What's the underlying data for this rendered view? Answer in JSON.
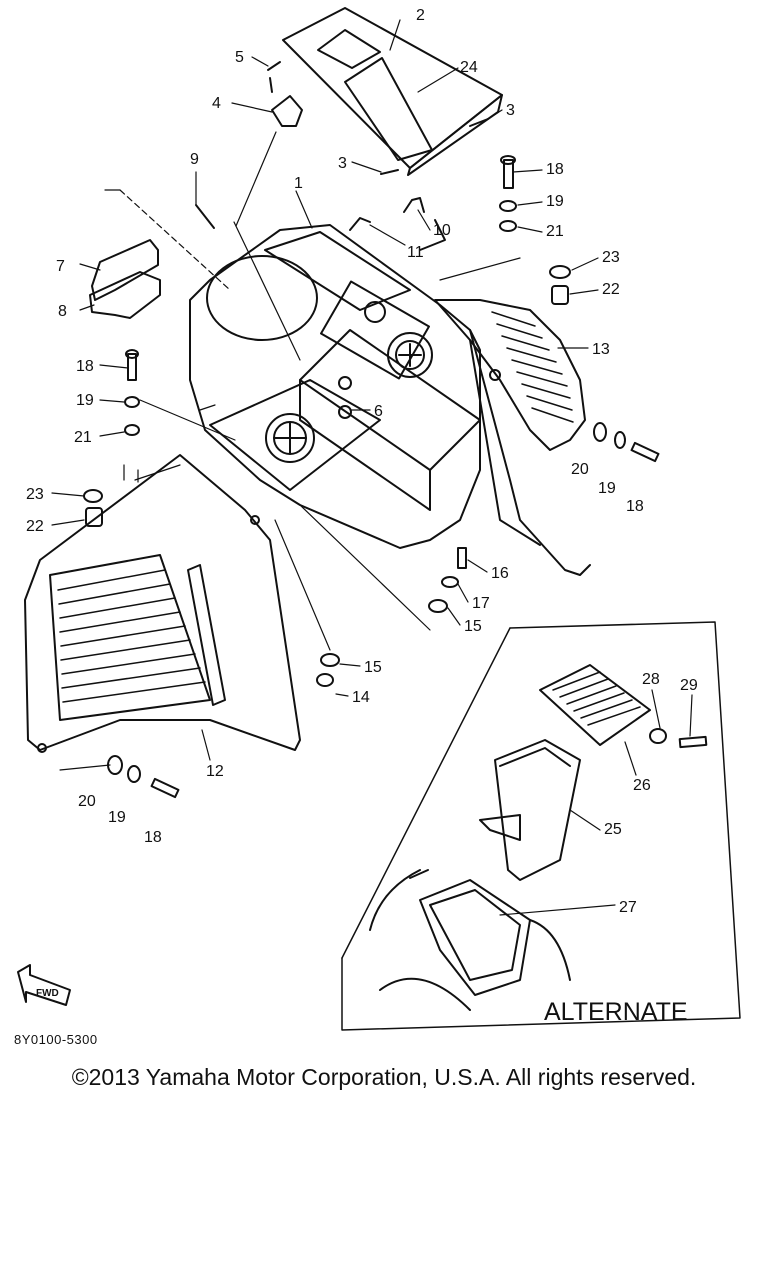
{
  "labels": {
    "p1": "1",
    "p2": "2",
    "p3a": "3",
    "p3b": "3",
    "p4": "4",
    "p5": "5",
    "p6": "6",
    "p7": "7",
    "p8": "8",
    "p9": "9",
    "p10": "10",
    "p11": "11",
    "p12": "12",
    "p13": "13",
    "p14": "14",
    "p15a": "15",
    "p15b": "15",
    "p16": "16",
    "p17": "17",
    "p18a": "18",
    "p18b": "18",
    "p18c": "18",
    "p18d": "18",
    "p19a": "19",
    "p19b": "19",
    "p19c": "19",
    "p19d": "19",
    "p20a": "20",
    "p20b": "20",
    "p21a": "21",
    "p21b": "21",
    "p22a": "22",
    "p22b": "22",
    "p23a": "23",
    "p23b": "23",
    "p24": "24",
    "p25": "25",
    "p26": "26",
    "p27": "27",
    "p28": "28",
    "p29": "29"
  },
  "alternate_label": "ALTERNATE",
  "fwd_label": "FWD",
  "drawing_code": "8Y0100-5300",
  "copyright": "©2013 Yamaha Motor Corporation, U.S.A. All rights reserved."
}
